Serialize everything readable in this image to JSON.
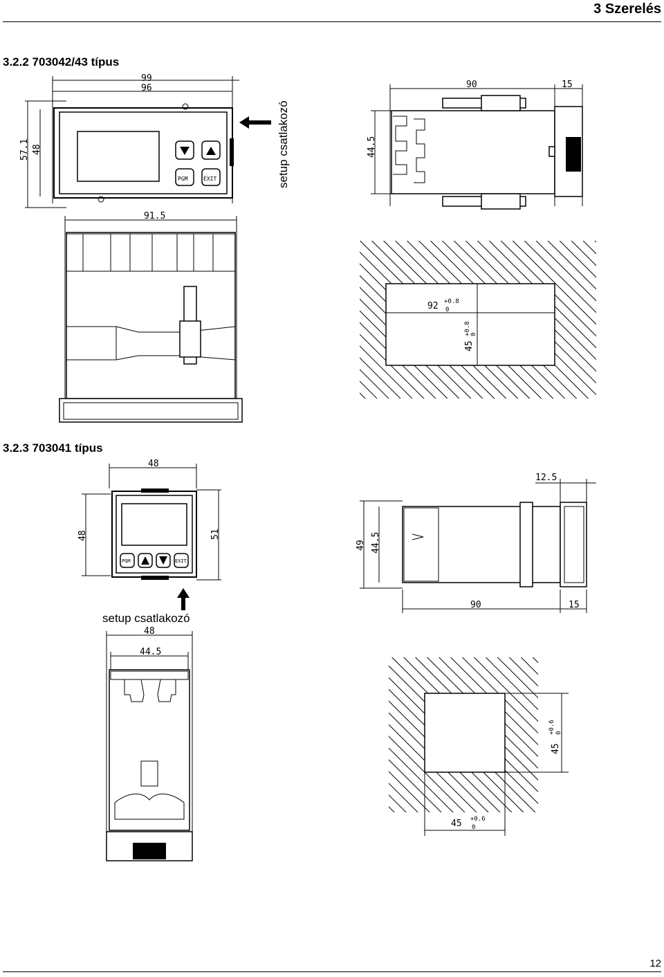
{
  "header": {
    "title": "3 Szerelés"
  },
  "sections": [
    {
      "title": "3.2.2 703042/43 típus",
      "setup_label": "setup csatlakozó",
      "dims": {
        "front_w1": "99",
        "front_w2": "96",
        "front_h1": "57.1",
        "front_h2": "48",
        "side_depth": "90",
        "side_front": "15",
        "side_h": "44.5",
        "top_w": "91.5",
        "cutout_w": "92",
        "cutout_h": "45",
        "tol": "+0.8",
        "tol0": "0"
      },
      "buttons": {
        "pgm": "PGM",
        "exit": "EXIT"
      }
    },
    {
      "title": "3.2.3 703041 típus",
      "setup_label": "setup csatlakozó",
      "dims": {
        "front_w": "48",
        "front_h1": "48",
        "front_h2": "51",
        "side_front_top": "12.5",
        "side_h1": "49",
        "side_h2": "44.5",
        "side_depth": "90",
        "side_front": "15",
        "top_w1": "48",
        "top_w2": "44.5",
        "cutout_w": "45",
        "cutout_h": "45",
        "tol": "+0.6",
        "tol0": "0"
      },
      "buttons": {
        "pgm": "PGM",
        "exit": "EXIT"
      }
    }
  ],
  "footer": {
    "page_number": "12"
  }
}
